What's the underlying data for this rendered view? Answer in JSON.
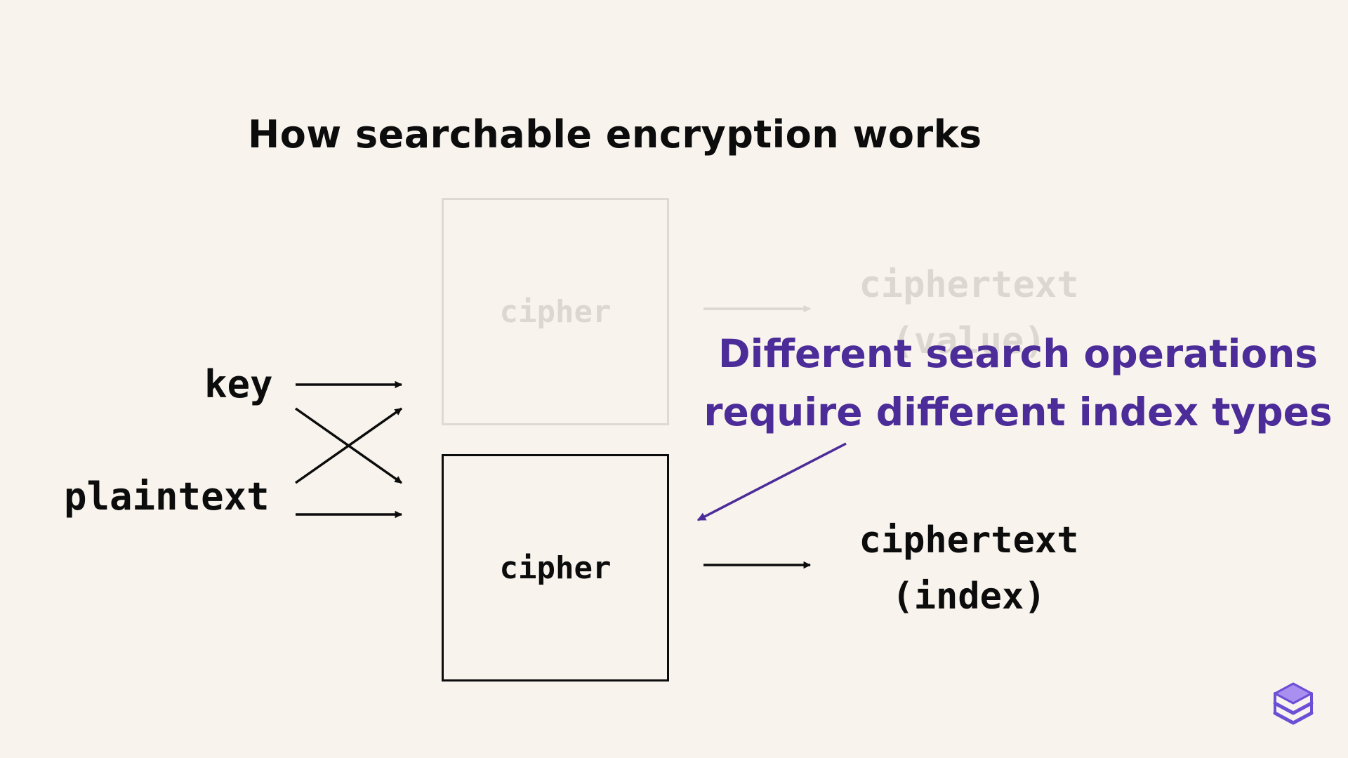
{
  "title": "How searchable encryption works",
  "inputs": {
    "key": "key",
    "plaintext": "plaintext"
  },
  "cipher_boxes": {
    "faded": "cipher",
    "main": "cipher"
  },
  "outputs": {
    "faded": {
      "line1": "ciphertext",
      "line2": "(value)"
    },
    "main": {
      "line1": "ciphertext",
      "line2": "(index)"
    }
  },
  "callout": {
    "line1": "Different search operations",
    "line2": "require different index types"
  },
  "colors": {
    "background": "#f8f4ed",
    "ink": "#0c0c0c",
    "faded": "#dcd8d1",
    "accent": "#4b2c99"
  },
  "icons": {
    "logo": "stacked-layers-logo-icon"
  }
}
